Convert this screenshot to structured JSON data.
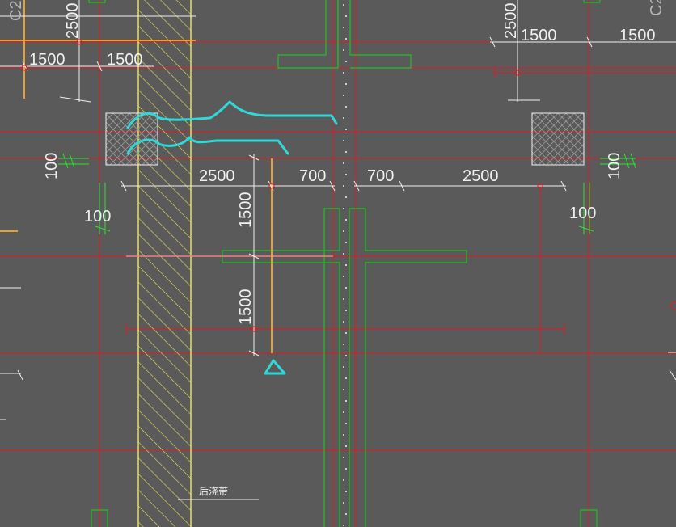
{
  "colors": {
    "background": "#5a5a5a",
    "grid_red": "#e8181e",
    "wall_green": "#20c020",
    "dim_white": "#f0f0f0",
    "hatch_yellow": "#e8e060",
    "rebar_orange": "#e8a030",
    "markup_cyan": "#30d8d8",
    "pink_line": "#f08080",
    "green_dim": "#30e030"
  },
  "dimensions": {
    "top_left_2500": "2500",
    "top_left_1500_a": "1500",
    "top_left_1500_b": "1500",
    "top_right_2500": "2500",
    "top_right_1500_a": "1500",
    "top_right_1500_b": "1500",
    "mid_2500_left": "2500",
    "mid_700_left": "700",
    "mid_700_right": "700",
    "mid_2500_right": "2500",
    "vert_1500_upper": "1500",
    "vert_1500_lower": "1500",
    "left_100_a": "100",
    "left_100_b": "100",
    "right_100_a": "100",
    "right_100_b": "100"
  },
  "labels": {
    "corner_left": "C2",
    "corner_right": "C2",
    "post_pour_band": "后浇带"
  }
}
